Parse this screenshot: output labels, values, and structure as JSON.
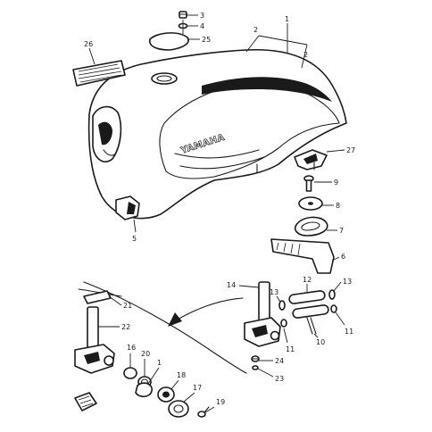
{
  "diagram": {
    "brand_text": "YAMAHA",
    "callouts": [
      "1",
      "2",
      "2",
      "3",
      "4",
      "25",
      "26",
      "27",
      "9",
      "8",
      "7",
      "6",
      "5",
      "14",
      "13",
      "12",
      "13",
      "11",
      "10",
      "11",
      "21",
      "22",
      "16",
      "20",
      "1",
      "18",
      "17",
      "19",
      "24",
      "23"
    ]
  }
}
